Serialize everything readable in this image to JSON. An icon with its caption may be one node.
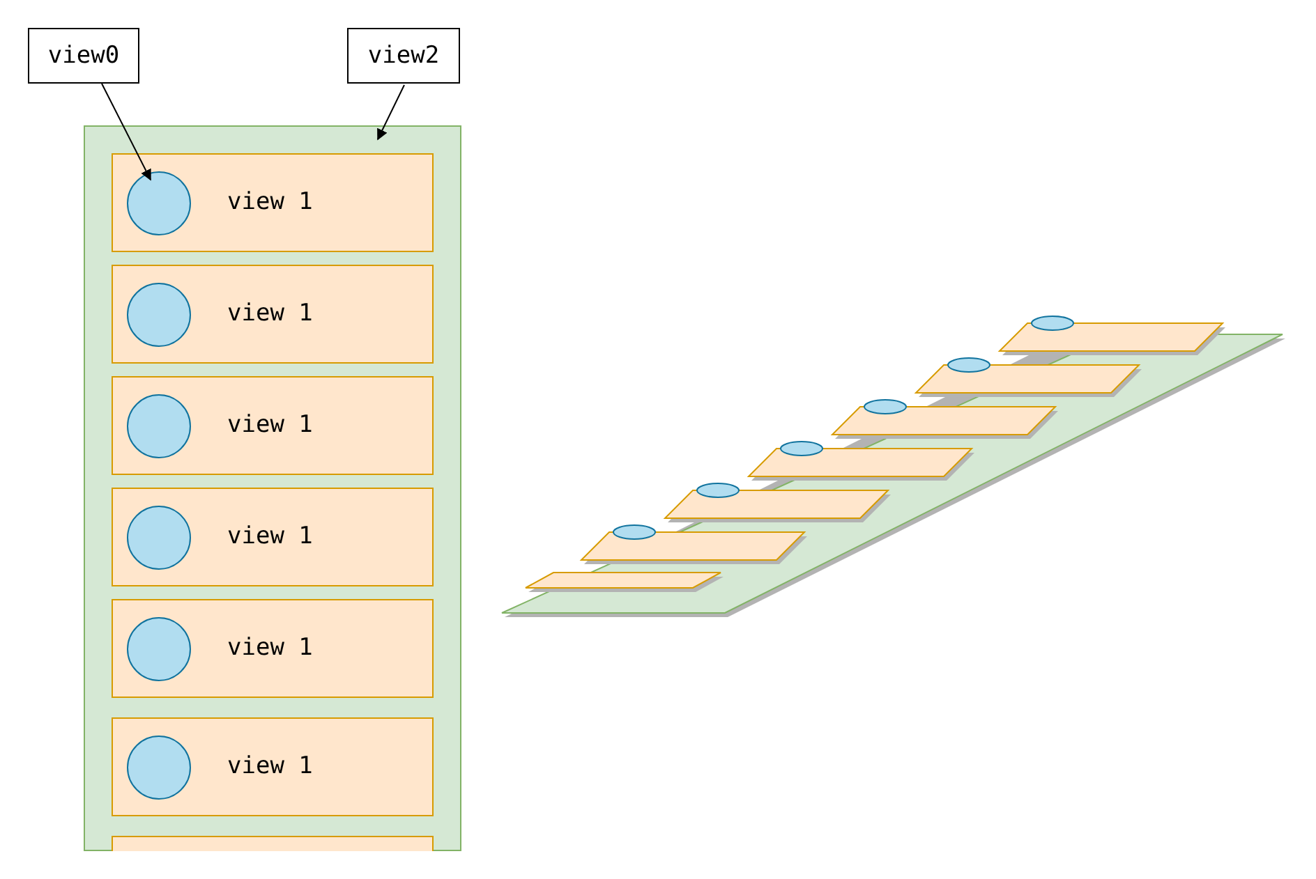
{
  "diagram": {
    "nodes": [
      {
        "text": [
          "view0"
        ]
      },
      {
        "text": [
          "view2"
        ]
      },
      {
        "text": [],
        "shape": "box"
      },
      {
        "text": [
          "view 1"
        ],
        "in": 2
      },
      {
        "text": [],
        "shape": "circle",
        "in": 3
      },
      {
        "text": [
          "view 1"
        ],
        "in": 2
      },
      {
        "text": [],
        "shape": "circle",
        "in": 5
      },
      {
        "text": [
          "view 1"
        ],
        "in": 2
      },
      {
        "text": [],
        "shape": "circle",
        "in": 7
      },
      {
        "text": [
          "view 1"
        ],
        "in": 2
      },
      {
        "text": [],
        "shape": "circle",
        "in": 9
      },
      {
        "text": [
          "view 1"
        ],
        "in": 2
      },
      {
        "text": [],
        "shape": "circle",
        "in": 11
      },
      {
        "text": [
          "view 1"
        ],
        "in": 2
      },
      {
        "text": [],
        "shape": "circle",
        "in": 13
      },
      {
        "text": [],
        "shape": "box",
        "in": 2
      }
    ],
    "edges": [
      {
        "from": 0,
        "to": 4,
        "arrow": "to"
      },
      {
        "from": 1,
        "to": 2,
        "arrow": "to"
      }
    ]
  }
}
